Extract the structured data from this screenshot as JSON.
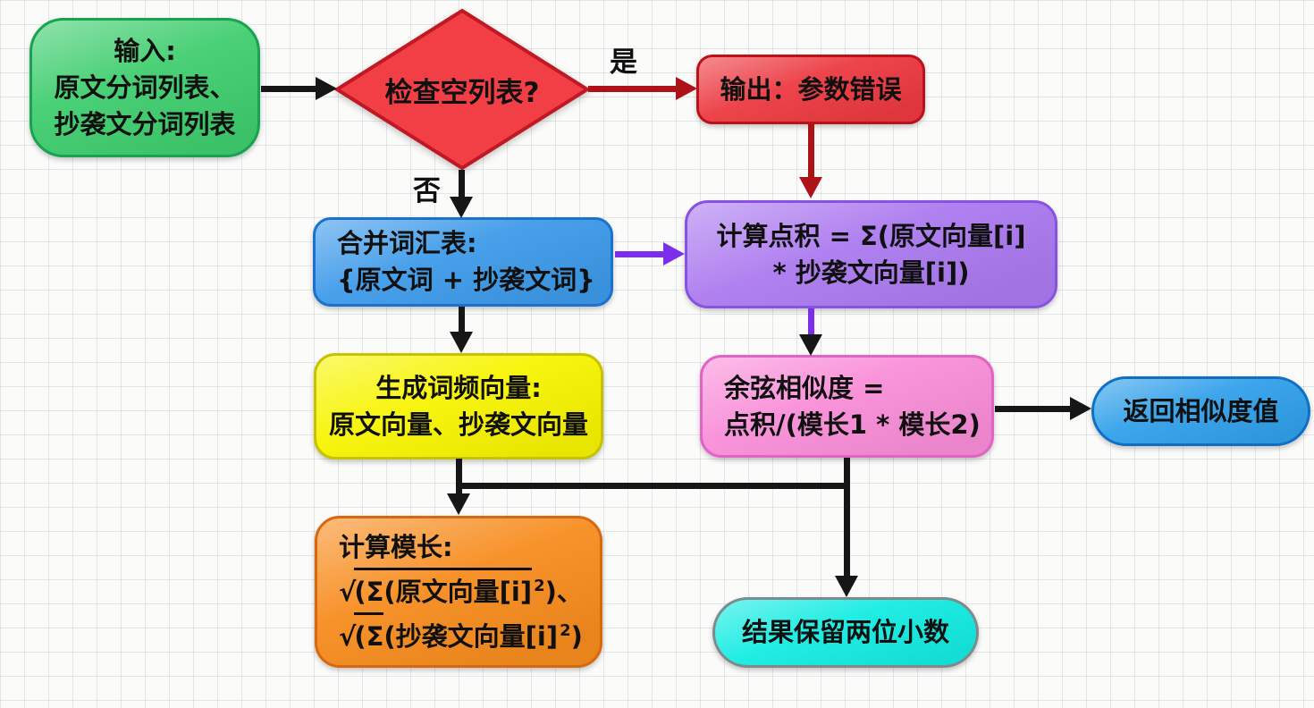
{
  "flowchart": {
    "colors": {
      "arrow_black": "#161616",
      "arrow_red": "#AE1219",
      "arrow_purple": "#7B2FE8"
    },
    "edge_labels": {
      "yes": "是",
      "no": "否"
    },
    "nodes": {
      "input": {
        "text": "输入:\n原文分词列表、\n抄袭文分词列表",
        "fill": "#3FCD6E",
        "border": "#17A350"
      },
      "check": {
        "text": "检查空列表?",
        "fill": "#F23F45",
        "border": "#C01824"
      },
      "error": {
        "text": "输出：参数错误",
        "fill": "#EC3940",
        "border": "#BB1118"
      },
      "merge": {
        "text": "合并词汇表:\n{原文词 + 抄袭文词}",
        "fill": "#3D9AE9",
        "border": "#1B72CC"
      },
      "dot": {
        "text": "计算点积 = Σ(原文向量[i]\n* 抄袭文向量[i])",
        "fill": "#AB79EF",
        "border": "#8751E2"
      },
      "vector": {
        "text": "生成词频向量:\n原文向量、抄袭文向量",
        "fill": "#F7F400",
        "border": "#C6C400"
      },
      "cosine": {
        "text": "余弦相似度 =\n点积/(模长1 * 模长2)",
        "fill": "#F98DD8",
        "border": "#E163C4"
      },
      "return": {
        "text": "返回相似度值",
        "fill": "#31A0EA",
        "border": "#0F6FC4"
      },
      "magnitude": {
        "title": "计算模长:",
        "fill": "#F78C1E",
        "border": "#D8680E",
        "line1": [
          {
            "t": "√"
          },
          {
            "t": "(Σ(原文向量[i]",
            "c": "ov"
          },
          {
            "t": "2",
            "c": "sup"
          },
          {
            "t": ")、"
          }
        ],
        "line2": [
          {
            "t": "√"
          },
          {
            "t": "(Σ",
            "c": "ov"
          },
          {
            "t": "(抄袭文向量[i]"
          },
          {
            "t": "2",
            "c": "sup"
          },
          {
            "t": ")"
          }
        ]
      },
      "round": {
        "text": "结果保留两位小数",
        "fill": "#14ECE2",
        "border": "#7E8A8C"
      }
    }
  }
}
